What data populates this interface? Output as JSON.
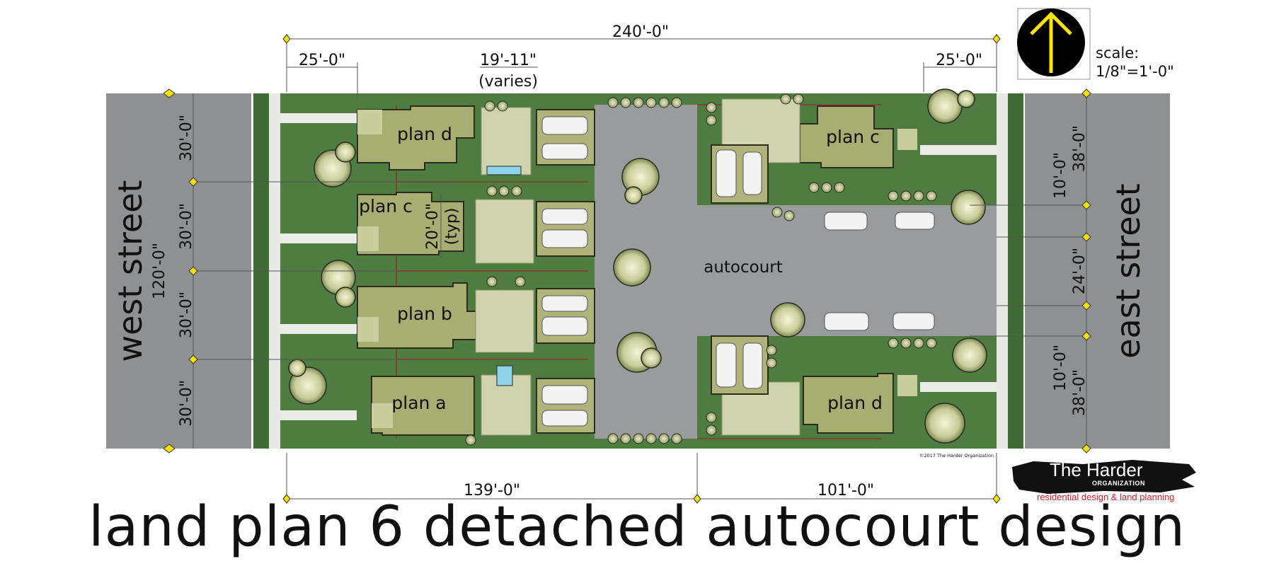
{
  "title": "land plan 6 detached autocourt design",
  "streets": {
    "west": "west street",
    "east": "east street"
  },
  "center_label": "autocourt",
  "units": {
    "plan_d_nw": "plan d",
    "plan_c_w": "plan c",
    "plan_b_w": "plan b",
    "plan_a_sw": "plan a",
    "plan_c_ne": "plan c",
    "plan_d_se": "plan d"
  },
  "dimensions": {
    "overall_width": "240'-0\"",
    "setback_west": "25'-0\"",
    "setback_east": "25'-0\"",
    "garage_width": "19'-11\"",
    "garage_width_note": "(varies)",
    "unit_width": "20'-0\"",
    "unit_width_note": "(typ)",
    "lot_depth_1": "30'-0\"",
    "lot_depth_2": "30'-0\"",
    "lot_depth_3": "30'-0\"",
    "lot_depth_4": "30'-0\"",
    "overall_depth": "120'-0\"",
    "east_lot_north": "38'-0\"",
    "east_lot_south": "38'-0\"",
    "buffer_north": "10'-0\"",
    "buffer_south": "10'-0\"",
    "drive_width": "24'-0\"",
    "west_segment": "139'-0\"",
    "east_segment": "101'-0\""
  },
  "scale": {
    "label": "scale:",
    "value": "1/8\"=1'-0\""
  },
  "north_arrow": {
    "icon": "north-arrow-icon"
  },
  "copyright": "©2017 The Harder Organization",
  "logo": {
    "name": "The Harder",
    "org": "ORGANIZATION",
    "tagline": "residential design  &  land planning"
  },
  "colors": {
    "lawn": "#4d7a3e",
    "lawn_dark": "#3f6b34",
    "roof": "#a8ad72",
    "street": "#8c8e8f",
    "paving": "#999b9d",
    "patio": "#c8cdaa",
    "tree": "#c9cd9c",
    "accent_red": "#d41f26"
  }
}
